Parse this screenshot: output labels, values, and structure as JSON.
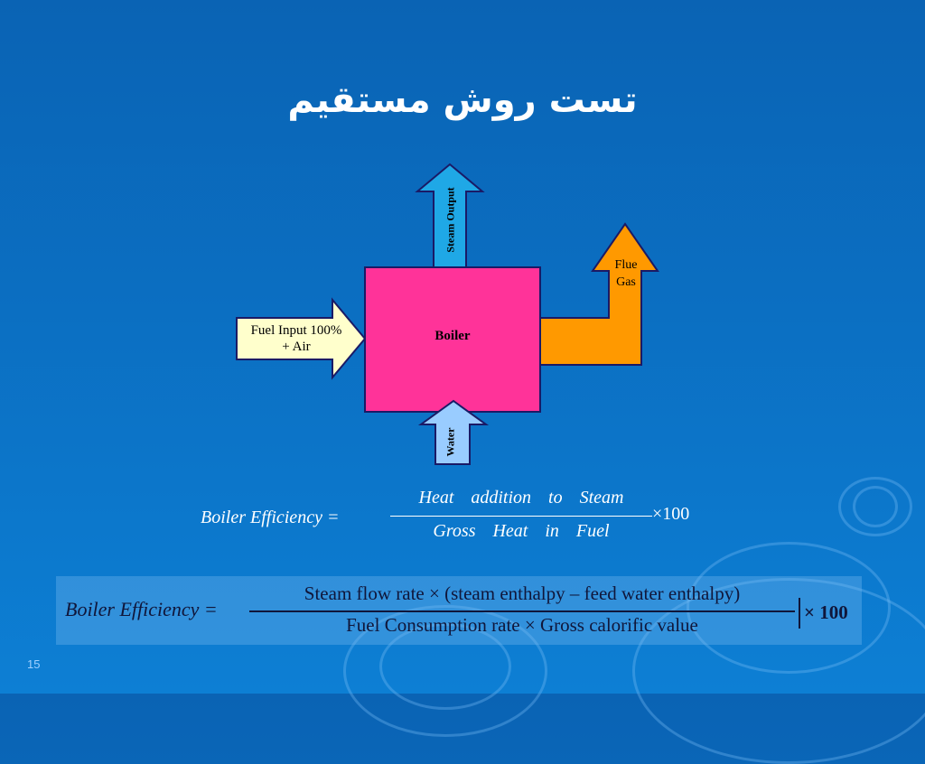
{
  "slide": {
    "title": "تست روش مستقیم",
    "page_number": "15"
  },
  "diagram": {
    "boiler_label": "Boiler",
    "fuel_input_label_line1": "Fuel Input 100%",
    "fuel_input_label_line2": "+ Air",
    "steam_output_label": "Steam Output",
    "flue_gas_label_line1": "Flue",
    "flue_gas_label_line2": "Gas",
    "water_label": "Water",
    "colors": {
      "boiler": "#ff3399",
      "fuel_arrow": "#ffffcc",
      "steam_arrow": "#1fa8e6",
      "water_arrow": "#99ccff",
      "flue_arrow": "#ff9900",
      "outline": "#1a1a66"
    }
  },
  "equation1": {
    "left": "Boiler Efficiency =",
    "numerator": "Heat addition to Steam",
    "denominator": "Gross Heat in Fuel",
    "multiplier": "×100"
  },
  "equation2": {
    "left": "Boiler Efficiency =",
    "numerator": "Steam flow rate × (steam enthalpy  –  feed water enthalpy)",
    "denominator": "Fuel Consumption rate × Gross calorific value",
    "multiplier": "× 100"
  }
}
